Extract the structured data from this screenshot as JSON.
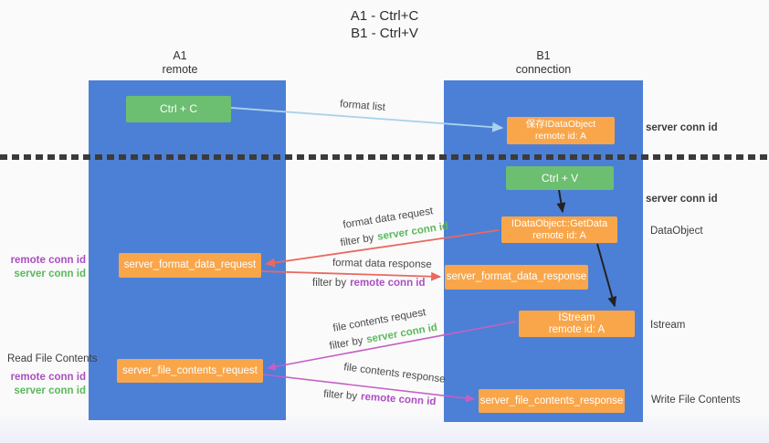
{
  "title": {
    "line1": "A1 - Ctrl+C",
    "line2": "B1 - Ctrl+V"
  },
  "columns": {
    "left": {
      "name": "A1",
      "sub": "remote"
    },
    "right": {
      "name": "B1",
      "sub": "connection"
    }
  },
  "boxes": {
    "ctrl_c": "Ctrl + C",
    "ctrl_v": "Ctrl + V",
    "save_idataobject": {
      "line1": "保存IDataObject",
      "line2": "remote id: A"
    },
    "getdata": {
      "line1": "IDataObject::GetData",
      "line2": "remote id: A"
    },
    "istream": {
      "line1": "IStream",
      "line2": "remote id: A"
    },
    "format_request": "server_format_data_request",
    "format_response": "server_format_data_response",
    "file_request": "server_file_contents_request",
    "file_response": "server_file_contents_response"
  },
  "labels": {
    "format_list": "format list",
    "filter_by": "filter by",
    "server_conn_id": "server conn id",
    "remote_conn_id": "remote conn id",
    "format_data_request": "format data request",
    "format_data_response": "format data response",
    "file_contents_request": "file contents request",
    "file_contents_response": "file contents response",
    "read_file_contents": "Read File Contents",
    "write_file_contents": "Write File Contents",
    "dataobject": "DataObject",
    "istream": "Istream"
  },
  "colors": {
    "lifeline_blue": "#4c80d6",
    "box_green": "#6cbe70",
    "box_orange": "#f9a64a",
    "arrow_light_blue": "#a9d2ec",
    "arrow_red": "#e9695f",
    "arrow_magenta": "#c55fc5",
    "arrow_black": "#222222",
    "text_green": "#5cb85c",
    "text_purple": "#ab4fc0",
    "separator_black": "#3b3b3b",
    "background": "#fafafa"
  }
}
